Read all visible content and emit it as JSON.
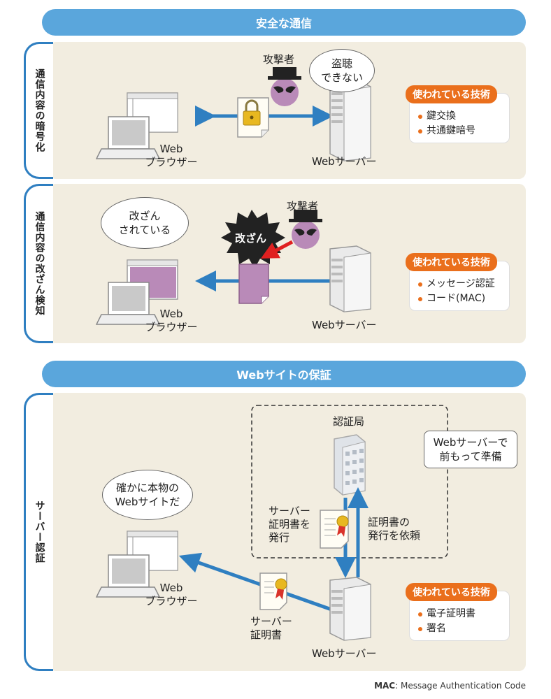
{
  "sections": {
    "secure_comm": "安全な通信",
    "web_site": "Webサイトの保証"
  },
  "rows": {
    "encryption": {
      "side": "通信内容の暗号化",
      "attacker": "攻撃者",
      "bubble": [
        "盗聴",
        "できない"
      ],
      "browser": [
        "Web",
        "ブラウザー"
      ],
      "server": "Webサーバー",
      "tech_title": "使われている技術",
      "tech_items": [
        "鍵交換",
        "共通鍵暗号"
      ]
    },
    "tamper": {
      "side": "通信内容の改ざん検知",
      "attacker": "攻撃者",
      "bubble": [
        "改ざん",
        "されている"
      ],
      "burst": "改ざん",
      "browser": [
        "Web",
        "ブラウザー"
      ],
      "server": "Webサーバー",
      "tech_title": "使われている技術",
      "tech_items": [
        "メッセージ認証",
        "コード(MAC)"
      ]
    },
    "server_auth": {
      "side": "サーバー認証",
      "ca": "認証局",
      "note": [
        "Webサーバーで",
        "前もって準備"
      ],
      "bubble": [
        "確かに本物の",
        "Webサイトだ"
      ],
      "issue": [
        "サーバー",
        "証明書を",
        "発行"
      ],
      "request": [
        "証明書の",
        "発行を依頼"
      ],
      "cert": [
        "サーバー",
        "証明書"
      ],
      "browser": [
        "Web",
        "ブラウザー"
      ],
      "server": "Webサーバー",
      "tech_title": "使われている技術",
      "tech_items": [
        "電子証明書",
        "署名"
      ]
    }
  },
  "footnote": {
    "abbr": "MAC",
    "text": ": Message Authentication Code"
  },
  "colors": {
    "banner": "#5aa6dc",
    "panel": "#f2ede0",
    "arrow": "#2f7fc1",
    "accent": "#ea6f1c",
    "tamper": "#b98ab8"
  }
}
